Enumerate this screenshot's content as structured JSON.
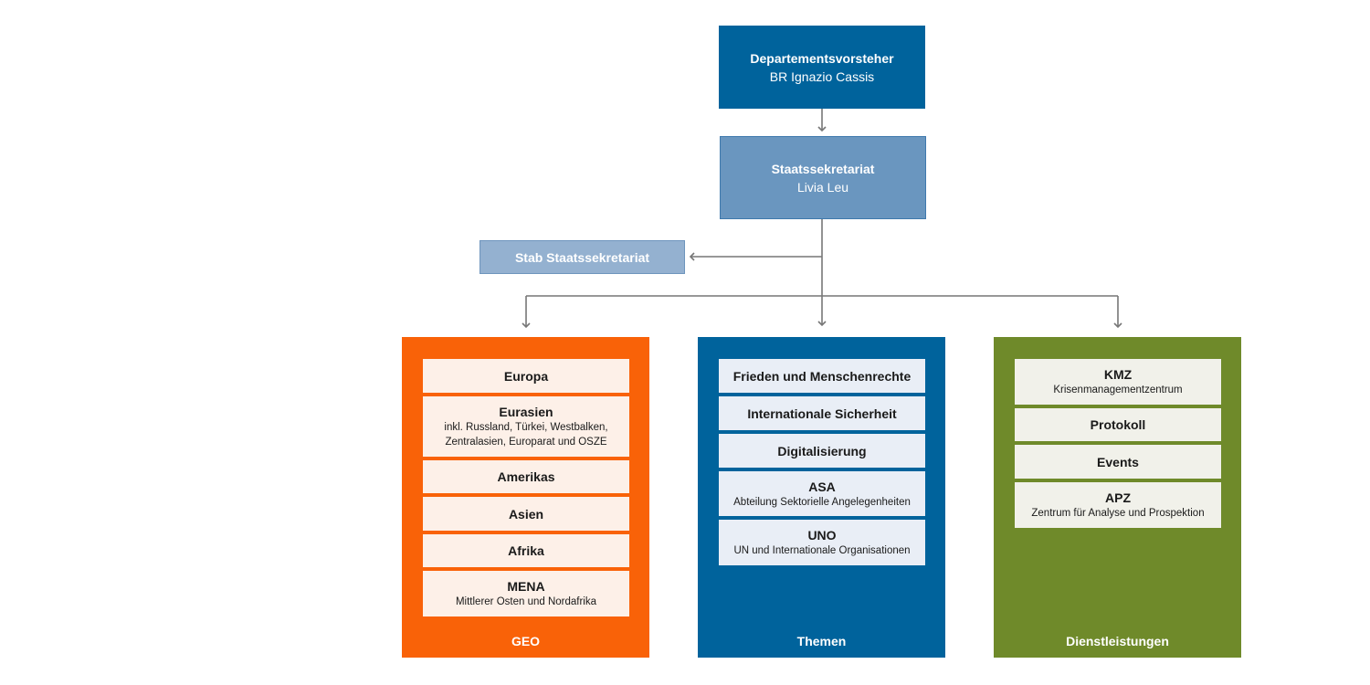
{
  "head": {
    "title": "Departementsvorsteher",
    "name": "BR Ignazio Cassis"
  },
  "state_secretariat": {
    "title": "Staatssekretariat",
    "name": "Livia Leu"
  },
  "staff": {
    "label": "Stab Staatssekretariat"
  },
  "columns": [
    {
      "label": "GEO",
      "color": "#f96208",
      "items": [
        {
          "title": "Europa"
        },
        {
          "title": "Eurasien",
          "lines": [
            "inkl. Russland, Türkei, Westbalken,",
            "Zentralasien, Europarat und OSZE"
          ]
        },
        {
          "title": "Amerikas"
        },
        {
          "title": "Asien"
        },
        {
          "title": "Afrika"
        },
        {
          "title": "MENA",
          "lines": [
            "Mittlerer Osten und Nordafrika"
          ]
        }
      ]
    },
    {
      "label": "Themen",
      "color": "#00639c",
      "items": [
        {
          "title": "Frieden und Menschenrechte"
        },
        {
          "title": "Internationale Sicherheit"
        },
        {
          "title": "Digitalisierung"
        },
        {
          "title": "ASA",
          "lines": [
            "Abteilung Sektorielle Angelegenheiten"
          ]
        },
        {
          "title": "UNO",
          "lines": [
            "UN und Internationale Organisationen"
          ]
        }
      ]
    },
    {
      "label": "Dienstleistungen",
      "color": "#6f8a2a",
      "items": [
        {
          "title": "KMZ",
          "lines": [
            "Krisenmanagementzentrum"
          ]
        },
        {
          "title": "Protokoll"
        },
        {
          "title": "Events"
        },
        {
          "title": "APZ",
          "lines": [
            "Zentrum für Analyse und Prospektion"
          ]
        }
      ]
    }
  ]
}
